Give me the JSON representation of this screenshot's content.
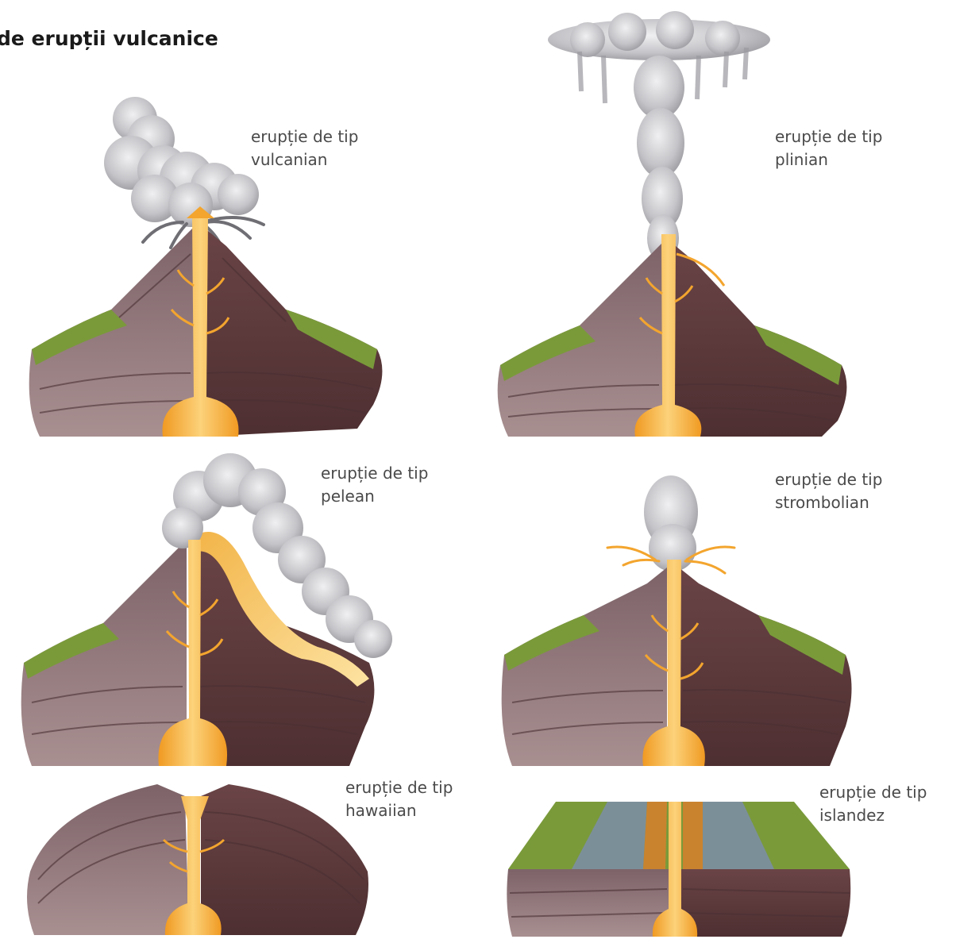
{
  "title": "de erupții vulcanice",
  "colors": {
    "magma": "#f3a52e",
    "magma_light": "#fcd27a",
    "strata_light": "#8a7277",
    "strata_dark": "#5a3a3c",
    "grass": "#7a9a3a",
    "ash": "#cfcfd2",
    "scoria": "#7b8f99",
    "tephra": "#c9832f"
  },
  "eruptions": [
    {
      "id": "vulcanian",
      "line1": "erupție de tip",
      "line2": "vulcanian"
    },
    {
      "id": "plinian",
      "line1": "erupție de tip",
      "line2": "plinian"
    },
    {
      "id": "pelean",
      "line1": "erupție de tip",
      "line2": "pelean"
    },
    {
      "id": "strombolian",
      "line1": "erupție de tip",
      "line2": "strombolian"
    },
    {
      "id": "hawaiian",
      "line1": "erupție de tip",
      "line2": "hawaiian"
    },
    {
      "id": "icelandic",
      "line1": "erupție de tip",
      "line2": "islandez"
    }
  ]
}
